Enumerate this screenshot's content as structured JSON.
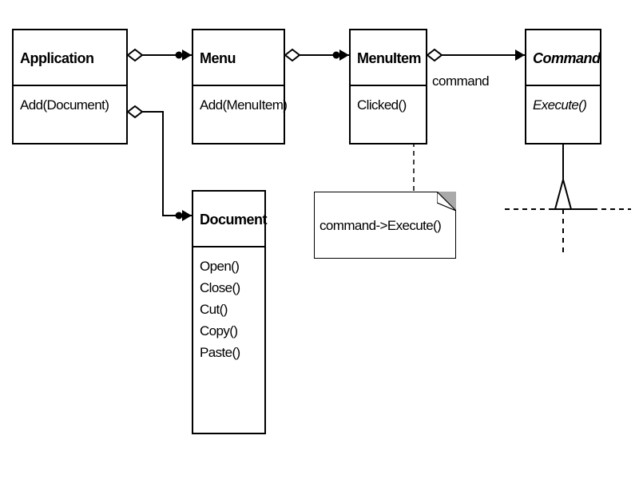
{
  "classes": {
    "application": {
      "name": "Application",
      "ops": [
        "Add(Document)"
      ]
    },
    "menu": {
      "name": "Menu",
      "ops": [
        "Add(MenuItem)"
      ]
    },
    "menuitem": {
      "name": "MenuItem",
      "ops": [
        "Clicked()"
      ]
    },
    "command": {
      "name": "Command",
      "ops": [
        "Execute()"
      ]
    },
    "document": {
      "name": "Document",
      "ops": [
        "Open()",
        "Close()",
        "Cut()",
        "Copy()",
        "Paste()"
      ]
    }
  },
  "note": {
    "text": "command->Execute()"
  },
  "associations": {
    "menuitem_command_role": "command"
  },
  "colors": {
    "line": "#000000",
    "note_fold": "#aaaaaa",
    "background": "#ffffff"
  }
}
